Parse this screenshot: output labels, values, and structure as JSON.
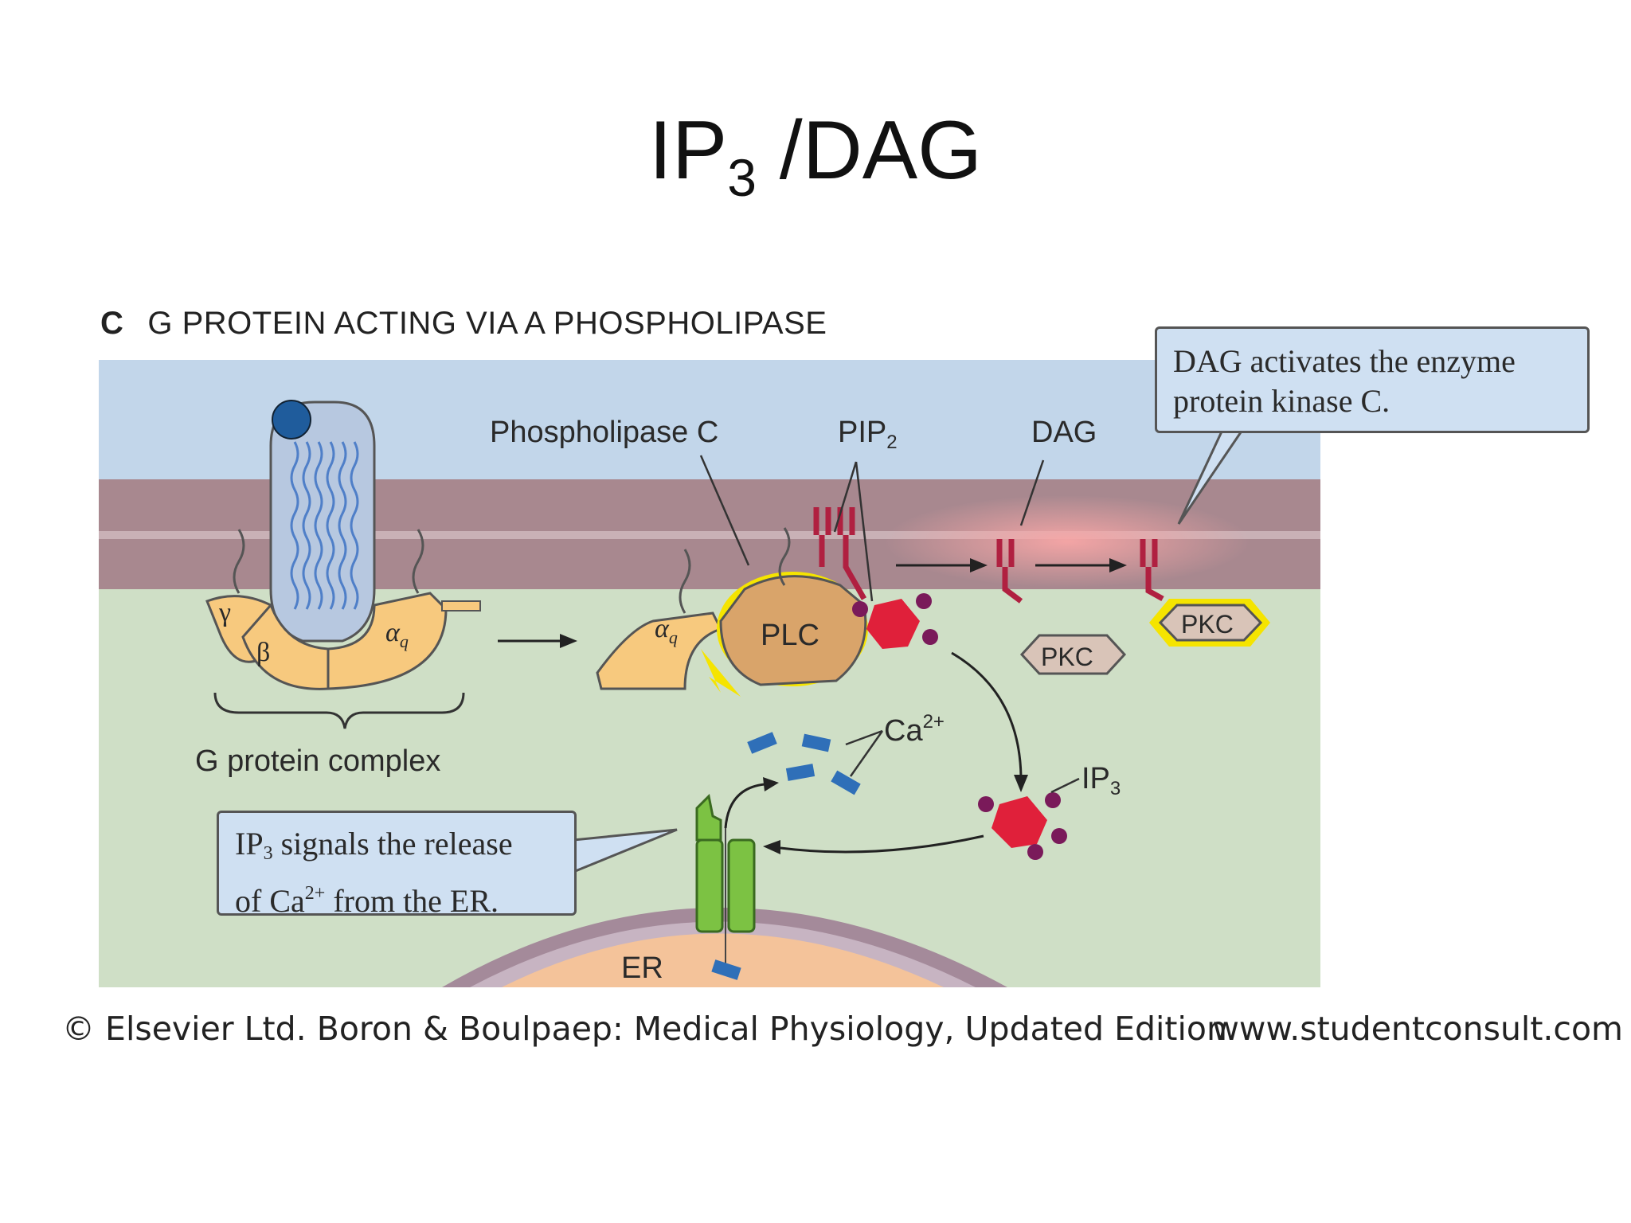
{
  "title": {
    "main": "IP",
    "sub": "3",
    "rest": " /DAG"
  },
  "panel": {
    "letter": "C",
    "heading": "G PROTEIN ACTING VIA A PHOSPHOLIPASE"
  },
  "labels": {
    "gamma": "γ",
    "beta": "β",
    "alpha": "α",
    "alpha_sub": "q",
    "g_protein_complex": "G protein complex",
    "phospholipase_c": "Phospholipase C",
    "plc": "PLC",
    "pip": "PIP",
    "pip_sub": "2",
    "dag": "DAG",
    "pkc_inactive": "PKC",
    "pkc_active": "PKC",
    "ca": "Ca",
    "ca_sup": "2+",
    "ip3": "IP",
    "ip3_sub": "3",
    "er": "ER"
  },
  "callouts": {
    "dag": {
      "line1": "DAG activates the enzyme",
      "line2": "protein kinase C."
    },
    "ip3": {
      "l1a": "IP",
      "l1sub": "3",
      "l1b": " signals the release",
      "l2a": "of Ca",
      "l2sup": "2+",
      "l2b": " from the ER."
    }
  },
  "footer": {
    "copyright": "© Elsevier Ltd. Boron & Boulpaep: Medical Physiology, Updated Edition",
    "url": "www.studentconsult.com"
  },
  "colors": {
    "extracellular": "#c2d6ea",
    "membrane": "#a8888f",
    "cytoplasm": "#cfdfc6",
    "g_protein": "#f7c97e",
    "plc": "#d9a46a",
    "lipid": "#b02040",
    "ip3": "#e0203a",
    "calcium": "#2f6fb8",
    "er": "#f4c39a",
    "channel": "#7cc243",
    "highlight": "#f5e400"
  }
}
